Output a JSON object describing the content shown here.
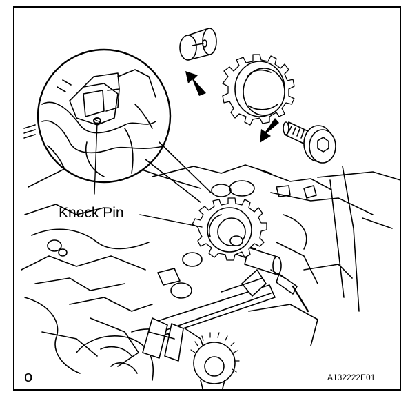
{
  "labels": {
    "knock_pin": "Knock Pin",
    "figure_code": "A132222E01",
    "corner_mark": "o"
  },
  "icons": [
    "up-left-arrow",
    "down-left-arrow"
  ],
  "colors": {
    "line": "#000000",
    "background": "#ffffff"
  }
}
